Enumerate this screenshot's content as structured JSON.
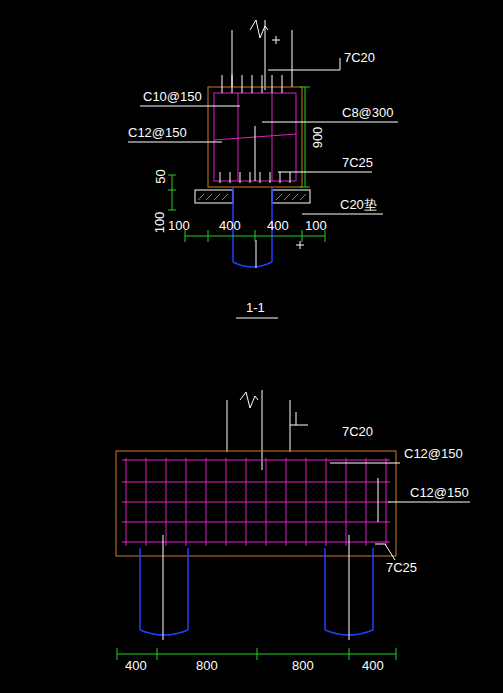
{
  "diagram": {
    "labels": [
      "7C20",
      "C10@150",
      "C12@150",
      "C8@300",
      "900",
      "7C25",
      "50",
      "C20垫",
      "100",
      "100",
      "400",
      "400",
      "100",
      "1-1",
      "7C20",
      "C12@150",
      "C12@150",
      "7C25",
      "400",
      "800",
      "800",
      "400"
    ]
  }
}
